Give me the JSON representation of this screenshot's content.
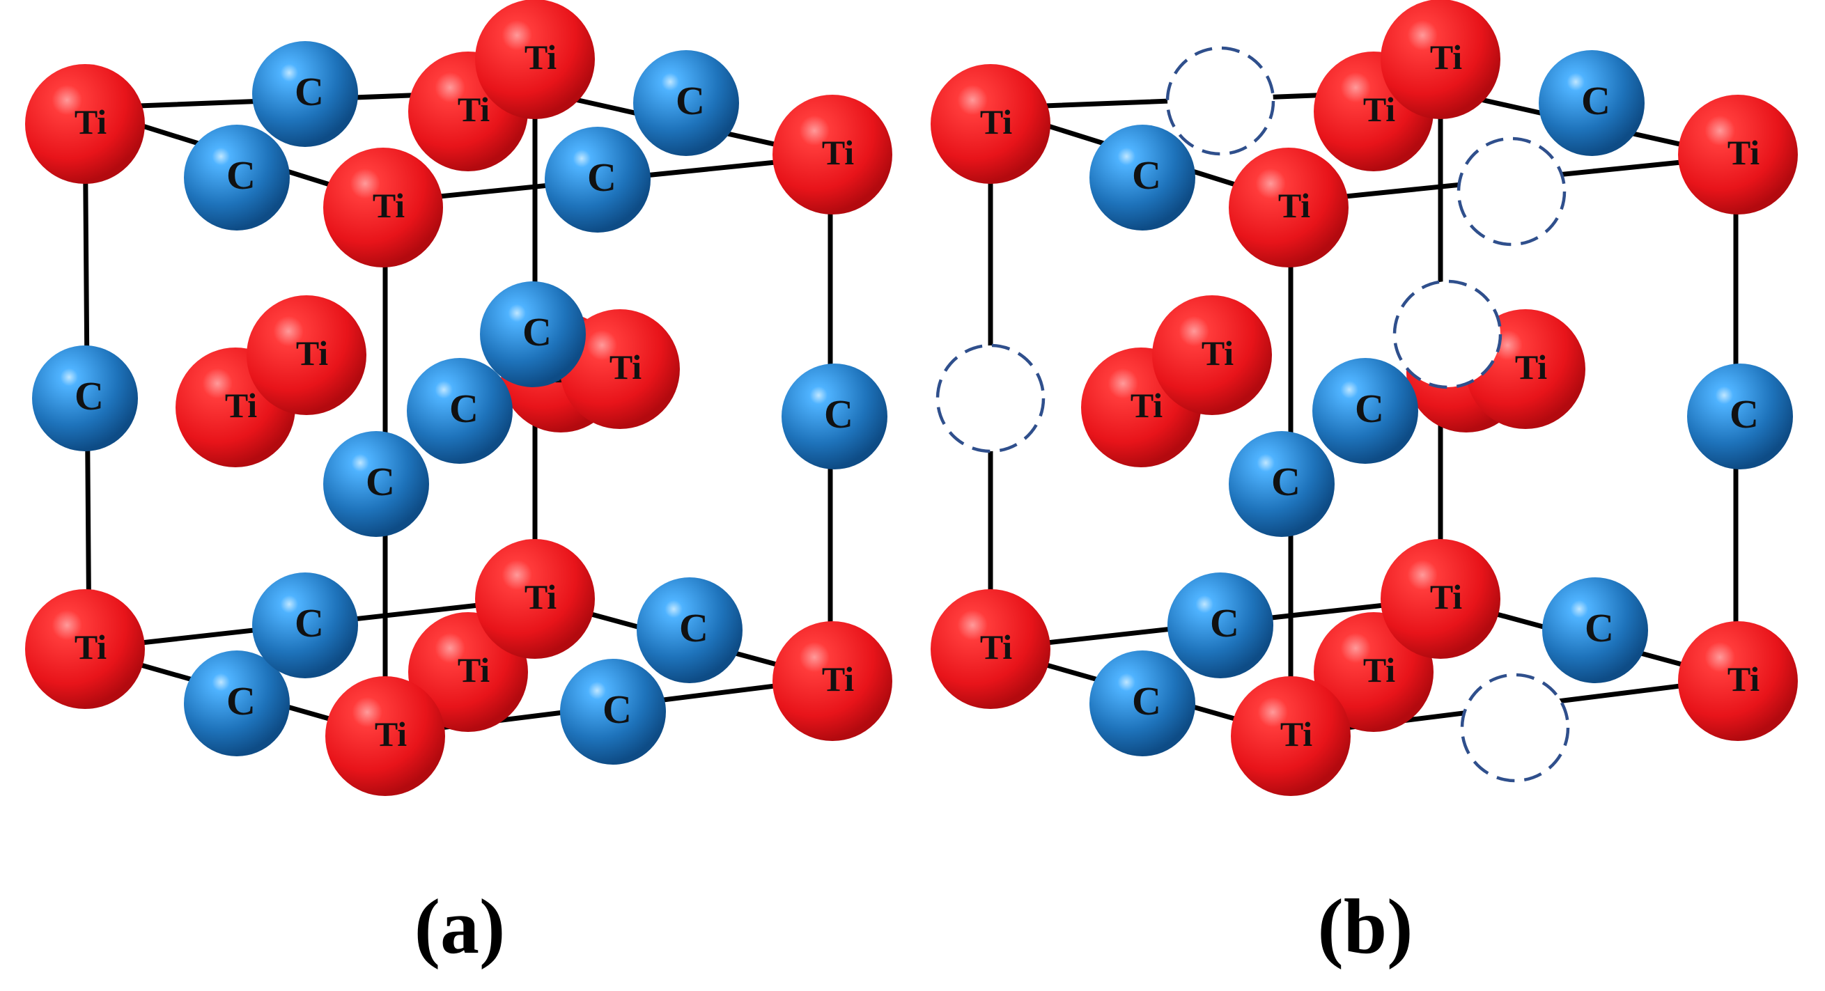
{
  "figure": {
    "panels": [
      {
        "label": "(a)"
      },
      {
        "label": "(b)"
      }
    ],
    "atom_labels": {
      "titanium": "Ti",
      "carbon": "C"
    },
    "legend_colors": {
      "titanium": "#e8141a",
      "carbon": "#1e73bb",
      "vacancy_outline": "#2f4f8c",
      "edge": "#000000"
    }
  }
}
